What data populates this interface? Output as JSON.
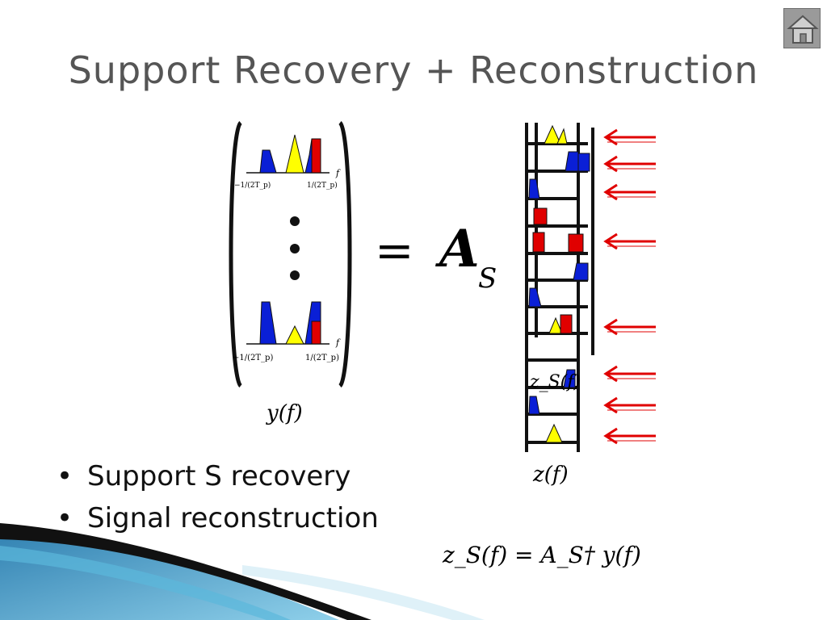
{
  "slide": {
    "title": "Support Recovery + Reconstruction",
    "bullets": [
      "Support S recovery",
      "Signal reconstruction"
    ]
  },
  "icons": {
    "home": "home-icon",
    "arrow": "left-arrow-icon"
  },
  "colors": {
    "blue": "#0a1fd6",
    "yellow": "#ffff00",
    "red": "#e00000",
    "arrow": "#e00000",
    "title": "#555555"
  },
  "diagram": {
    "y_label": "y(f)",
    "z_label": "z(f)",
    "zs_label": "z_S(f)",
    "equals": "=",
    "matrix_symbol": "A",
    "matrix_subscript": "S",
    "axis_f": "f",
    "tick_left": "−1/(2T_p)",
    "tick_right": "1/(2T_p)",
    "formula": "z_S(f) = A_S† y(f)"
  }
}
